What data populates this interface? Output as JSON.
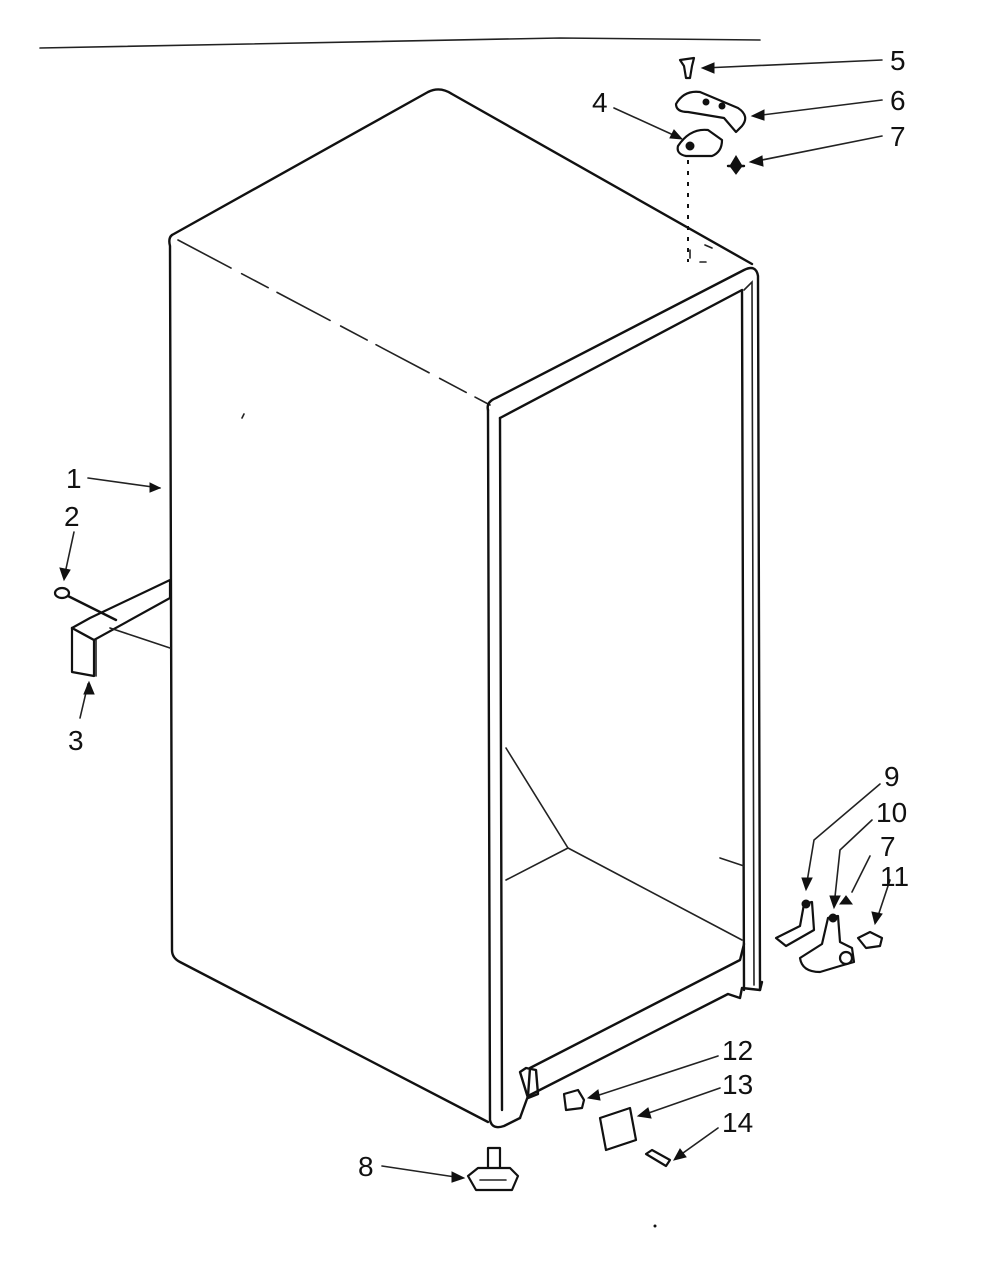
{
  "callouts": [
    {
      "id": "1",
      "label": "1"
    },
    {
      "id": "2",
      "label": "2"
    },
    {
      "id": "3",
      "label": "3"
    },
    {
      "id": "4",
      "label": "4"
    },
    {
      "id": "5",
      "label": "5"
    },
    {
      "id": "6",
      "label": "6"
    },
    {
      "id": "7a",
      "label": "7"
    },
    {
      "id": "8",
      "label": "8"
    },
    {
      "id": "9",
      "label": "9"
    },
    {
      "id": "10",
      "label": "10"
    },
    {
      "id": "7b",
      "label": "7"
    },
    {
      "id": "11",
      "label": "11"
    },
    {
      "id": "12",
      "label": "12"
    },
    {
      "id": "13",
      "label": "13"
    },
    {
      "id": "14",
      "label": "14"
    }
  ]
}
